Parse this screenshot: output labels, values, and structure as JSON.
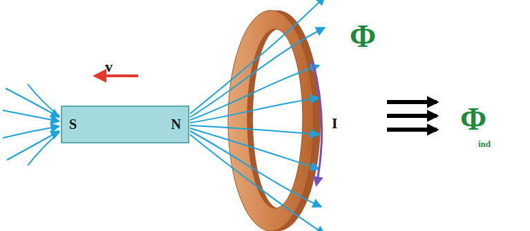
{
  "diagram": {
    "nodes": [
      {
        "text": [
          "S",
          "N"
        ]
      }
    ],
    "labels": [
      "v",
      "Φ",
      "I",
      "Φ",
      "ind"
    ]
  }
}
